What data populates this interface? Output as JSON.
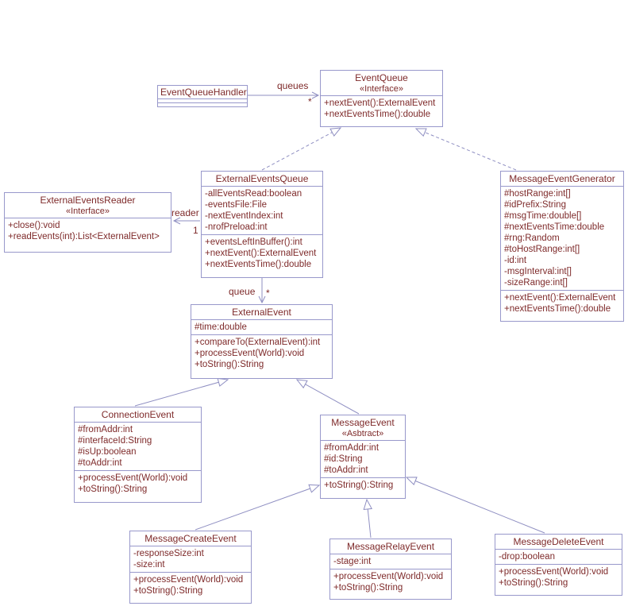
{
  "diagram": {
    "colors": {
      "box_border": "#9898cb",
      "edge_line": "#8f8fc2",
      "text": "#7e2a2a",
      "background": "#ffffff"
    },
    "classes": {
      "event_queue_handler": {
        "name": "EventQueueHandler"
      },
      "event_queue": {
        "name": "EventQueue",
        "stereotype": "«Interface»",
        "methods": [
          "+nextEvent():ExternalEvent",
          "+nextEventsTime():double"
        ]
      },
      "external_events_queue": {
        "name": "ExternalEventsQueue",
        "attributes": [
          "-allEventsRead:boolean",
          "-eventsFile:File",
          "-nextEventIndex:int",
          "-nrofPreload:int"
        ],
        "methods": [
          "+eventsLeftInBuffer():int",
          "+nextEvent():ExternalEvent",
          "+nextEventsTime():double"
        ]
      },
      "external_events_reader": {
        "name": "ExternalEventsReader",
        "stereotype": "«Interface»",
        "methods": [
          "+close():void",
          "+readEvents(int):List<ExternalEvent>"
        ]
      },
      "message_event_generator": {
        "name": "MessageEventGenerator",
        "attributes": [
          "#hostRange:int[]",
          "#idPrefix:String",
          "#msgTime:double[]",
          "#nextEventsTime:double",
          "#rng:Random",
          "#toHostRange:int[]",
          "-id:int",
          "-msgInterval:int[]",
          "-sizeRange:int[]"
        ],
        "methods": [
          "+nextEvent():ExternalEvent",
          "+nextEventsTime():double"
        ]
      },
      "external_event": {
        "name": "ExternalEvent",
        "attributes": [
          "#time:double"
        ],
        "methods": [
          "+compareTo(ExternalEvent):int",
          "+processEvent(World):void",
          "+toString():String"
        ]
      },
      "connection_event": {
        "name": "ConnectionEvent",
        "attributes": [
          "#fromAddr:int",
          "#interfaceId:String",
          "#isUp:boolean",
          "#toAddr:int"
        ],
        "methods": [
          "+processEvent(World):void",
          "+toString():String"
        ]
      },
      "message_event": {
        "name": "MessageEvent",
        "stereotype": "«Asbtract»",
        "attributes": [
          "#fromAddr:int",
          "#id:String",
          "#toAddr:int"
        ],
        "methods": [
          "+toString():String"
        ]
      },
      "message_create_event": {
        "name": "MessageCreateEvent",
        "attributes": [
          "-responseSize:int",
          "-size:int"
        ],
        "methods": [
          "+processEvent(World):void",
          "+toString():String"
        ]
      },
      "message_relay_event": {
        "name": "MessageRelayEvent",
        "attributes": [
          "-stage:int"
        ],
        "methods": [
          "+processEvent(World):void",
          "+toString():String"
        ]
      },
      "message_delete_event": {
        "name": "MessageDeleteEvent",
        "attributes": [
          "-drop:boolean"
        ],
        "methods": [
          "+processEvent(World):void",
          "+toString():String"
        ]
      }
    },
    "edges": {
      "queues": {
        "label": "queues",
        "multiplicity": "*"
      },
      "reader": {
        "label": "reader",
        "multiplicity": "1"
      },
      "queue": {
        "label": "queue",
        "multiplicity": "*"
      }
    }
  }
}
